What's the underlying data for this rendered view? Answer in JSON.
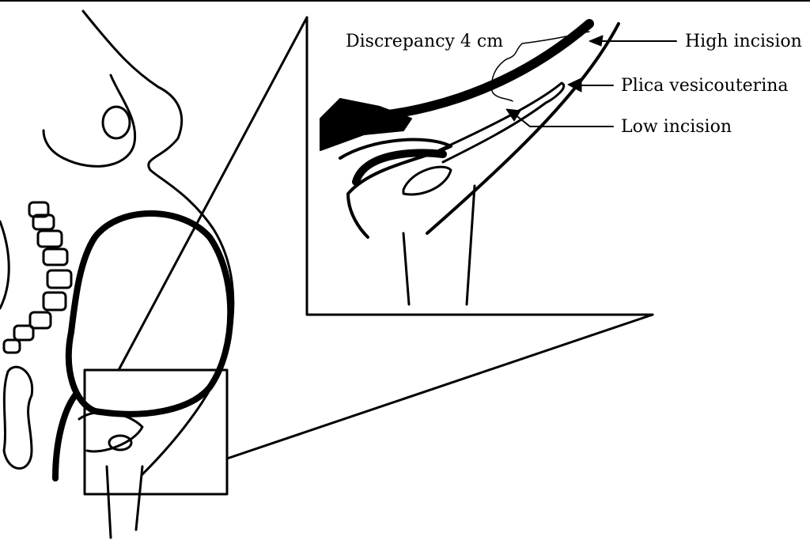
{
  "labels": {
    "discrepancy": "Discrepancy 4 cm",
    "high_incision": "High incision",
    "plica": "Plica vesicouterina",
    "low_incision": "Low incision"
  },
  "colors": {
    "ink": "#000000",
    "background": "#ffffff"
  }
}
